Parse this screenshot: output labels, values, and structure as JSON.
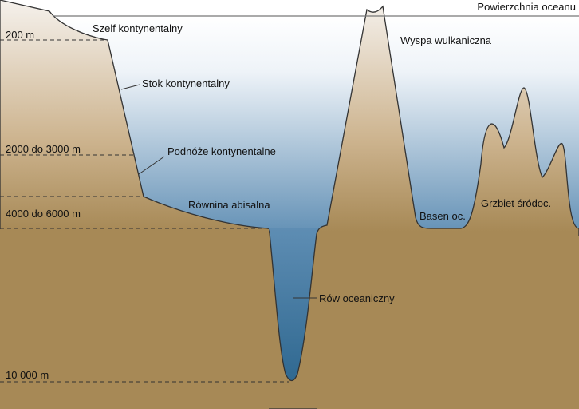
{
  "title": "Powierzchnia oceanu",
  "depths": [
    "200 m",
    "2000 do 3000 m",
    "4000 do 6000 m",
    "10 000 m"
  ],
  "features": {
    "shelf": "Szelf kontynentalny",
    "slope": "Stok kontynentalny",
    "rise": "Podnóże kontynentalne",
    "plain": "Równina abisalna",
    "trench": "Rów oceaniczny",
    "island": "Wyspa wulkaniczna",
    "basin": "Basen oc.",
    "ridge": "Grzbiet śródoc."
  },
  "colors": {
    "water_top": "#ffffff",
    "water_bottom": "#5e8db3",
    "trench": "#2f6890",
    "land_top": "#f3eee8",
    "land_bottom": "#a78956"
  }
}
